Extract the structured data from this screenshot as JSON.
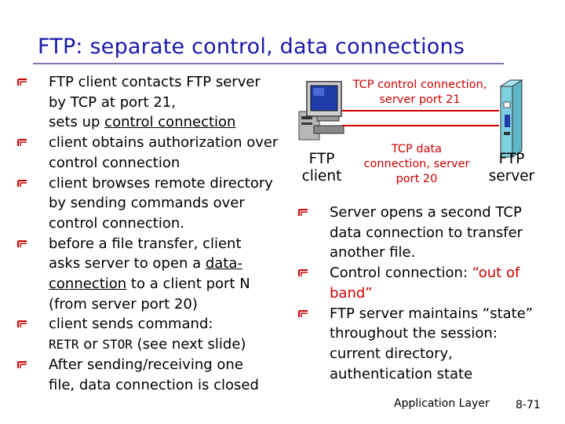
{
  "slide": {
    "title": "FTP: separate control, data connections",
    "left_items": [
      {
        "lines": [
          "FTP client contacts FTP server",
          "by TCP at port 21,",
          "sets up "
        ],
        "underlined": "control connection"
      },
      {
        "lines": [
          "client obtains authorization over",
          "control connection"
        ]
      },
      {
        "lines": [
          "client browses remote directory",
          "by sending commands over",
          "control connection."
        ]
      },
      {
        "line1": "before a file transfer, client",
        "line2": "asks server to open a ",
        "u1": "data-",
        "u2": "connection",
        "tail2": " to a client port N",
        "line4": "(from server port 20)"
      },
      {
        "line1": "client sends command:",
        "code1": "RETR",
        "or": " or ",
        "code2": "STOR",
        "tail": " (see next slide)"
      },
      {
        "lines": [
          "After sending/receiving one",
          "file, data connection is closed"
        ]
      }
    ],
    "right_items": [
      {
        "text": "Server opens a second TCP data connection to transfer another file."
      },
      {
        "pre": "Control connection: ",
        "quote": "“out of band”"
      },
      {
        "text": "FTP server maintains “state” throughout the session: current directory, authentication state"
      }
    ],
    "diagram": {
      "control_label": "TCP control connection, server port 21",
      "data_label": "TCP data connection, server port 20",
      "client_label": "FTP client",
      "server_label": "FTP server",
      "accent_color": "#cc0000",
      "server_color": "#7ecfe0"
    },
    "footer": {
      "left": "Application Layer",
      "right": "8-71"
    }
  }
}
